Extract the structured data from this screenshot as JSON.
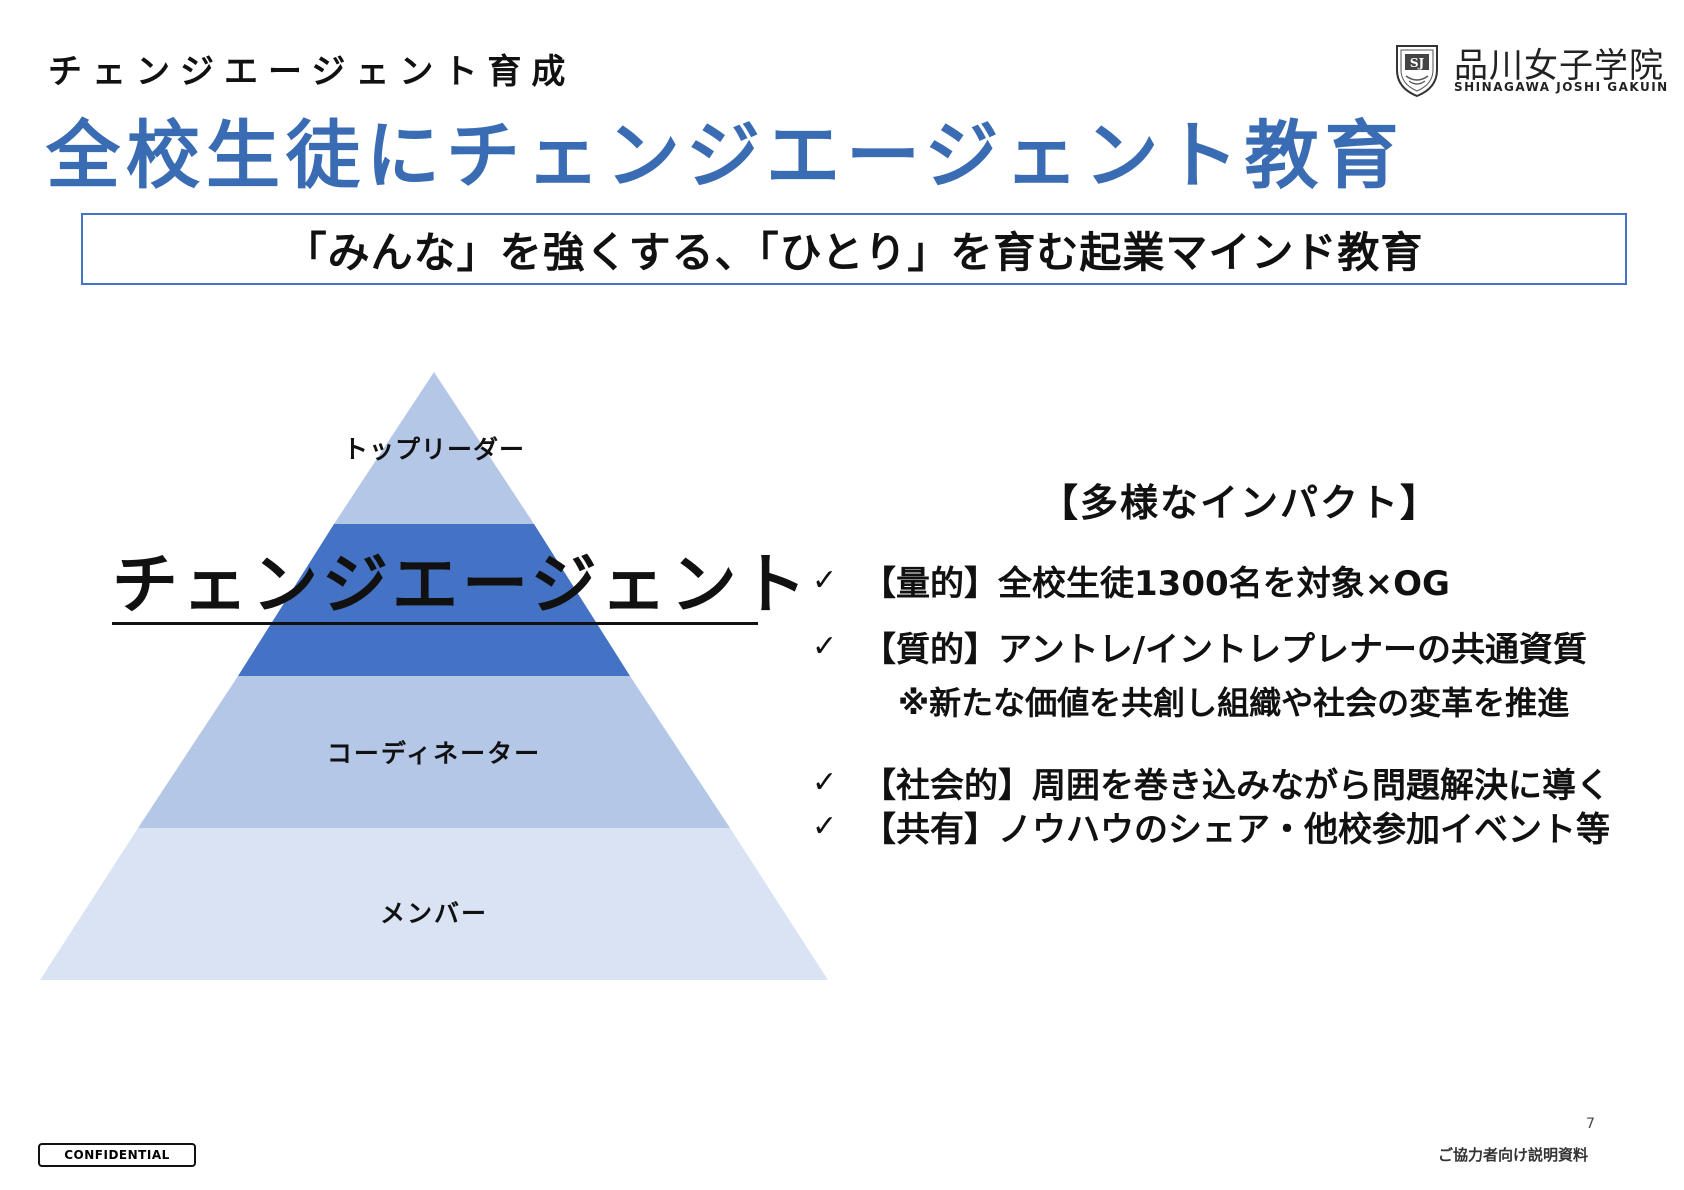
{
  "header": {
    "kicker": "チェンジエージェント育成",
    "title": "全校生徒にチェンジエージェント教育"
  },
  "logo": {
    "crest_text": "SJ",
    "name": "品川女子学院",
    "roman": "SHINAGAWA JOSHI GAKUIN"
  },
  "slogan": "「みんな」を強くする、「ひとり」を育む起業マインド教育",
  "pyramid": {
    "tiers": [
      {
        "label": "トップリーダー",
        "color": "#b4c7e7"
      },
      {
        "label": "チェンジエージェント",
        "color": "#4472c4"
      },
      {
        "label": "コーディネーター",
        "color": "#b4c7e7"
      },
      {
        "label": "メンバー",
        "color": "#dae3f3"
      }
    ]
  },
  "impact": {
    "heading": "【多様なインパクト】",
    "check_symbol": "✓",
    "items": [
      {
        "text": "【量的】全校生徒1300名を対象×OG"
      },
      {
        "text": "【質的】アントレ/イントレプレナーの共通資質",
        "note": "※新たな価値を共創し組織や社会の変革を推進"
      },
      {
        "text": "【社会的】周囲を巻き込みながら問題解決に導く"
      },
      {
        "text": "【共有】ノウハウのシェア・他校参加イベント等"
      }
    ]
  },
  "footer": {
    "confidential": "CONFIDENTIAL",
    "page_number": "7",
    "note": "ご協力者向け説明資料"
  },
  "colors": {
    "title_blue": "#3a6cb4",
    "border_blue": "#4472c4"
  }
}
